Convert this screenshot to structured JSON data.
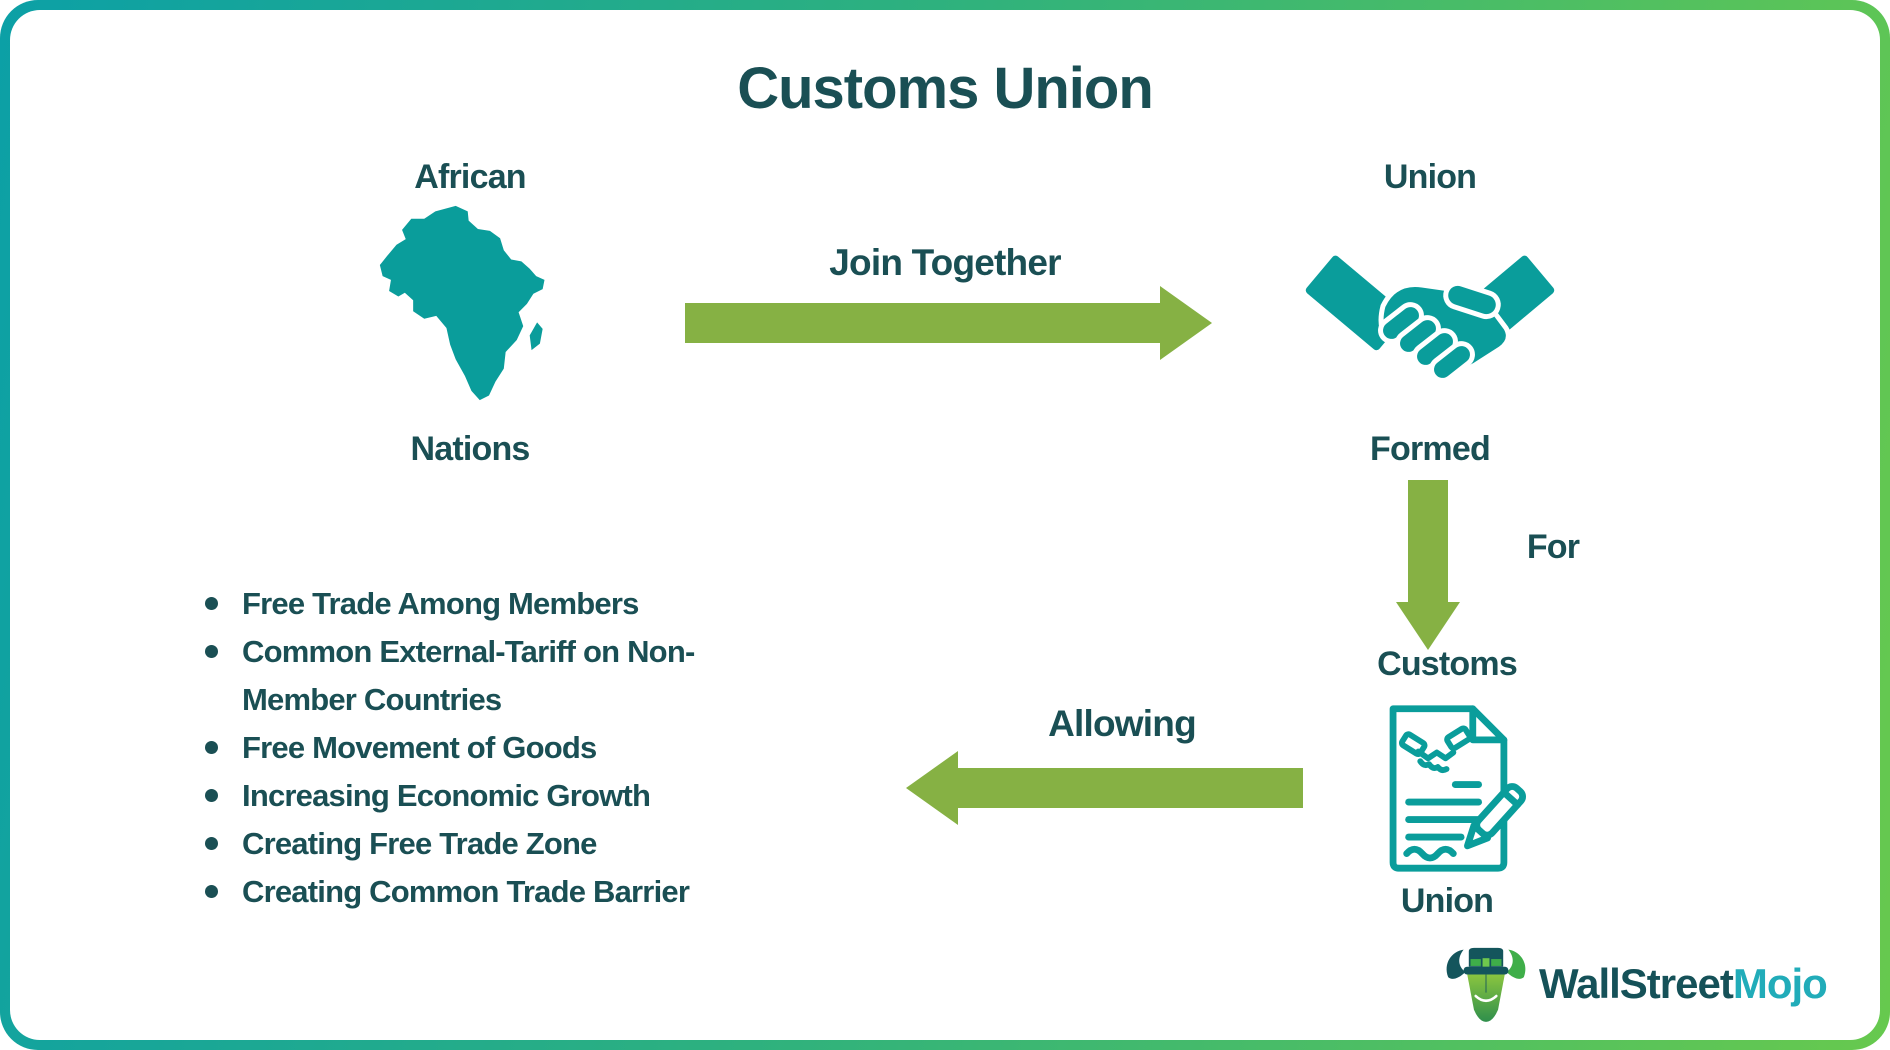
{
  "title": "Customs Union",
  "colors": {
    "teal_icon": "#0A9D9B",
    "green_arrow": "#86B144",
    "dark_text": "#1A4F54",
    "frame_gradient_start": "#0CA0A6",
    "frame_gradient_end": "#67C94E",
    "brand_primary_color": "#155158",
    "brand_secondary_color": "#21ACB9"
  },
  "nodes": {
    "african": {
      "top": "African",
      "bottom": "Nations",
      "icon": "africa-map-icon"
    },
    "union": {
      "top": "Union",
      "bottom": "Formed",
      "icon": "handshake-icon"
    },
    "customs": {
      "top": "Customs",
      "bottom": "Union",
      "icon": "agreement-document-icon"
    }
  },
  "arrows": {
    "join": {
      "label": "Join Together",
      "direction": "right"
    },
    "for": {
      "label": "For",
      "direction": "down"
    },
    "allowing": {
      "label": "Allowing",
      "direction": "left"
    }
  },
  "benefits": [
    "Free Trade Among Members",
    "Common External-Tariff on Non-Member Countries",
    "Free Movement of Goods",
    "Increasing Economic Growth",
    "Creating Free Trade Zone",
    "Creating Common Trade Barrier"
  ],
  "logo": {
    "primary": "WallStreet",
    "secondary": "Mojo",
    "icon": "bull-mascot-icon"
  }
}
